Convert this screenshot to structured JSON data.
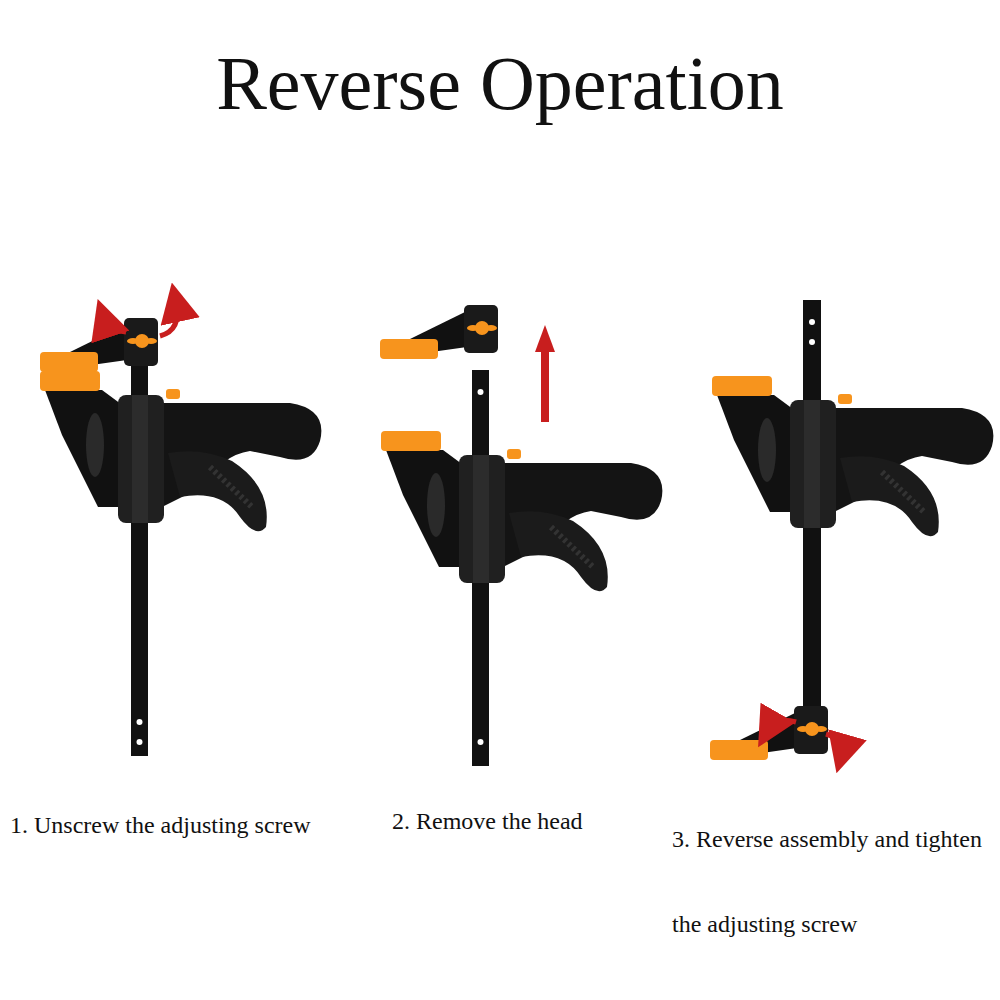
{
  "diagram": {
    "title": "Reverse Operation",
    "labels": [
      "1. Unscrew the adjusting screw",
      "2. Remove the head",
      "3. Reverse assembly and tighten the adjusting screw"
    ]
  }
}
